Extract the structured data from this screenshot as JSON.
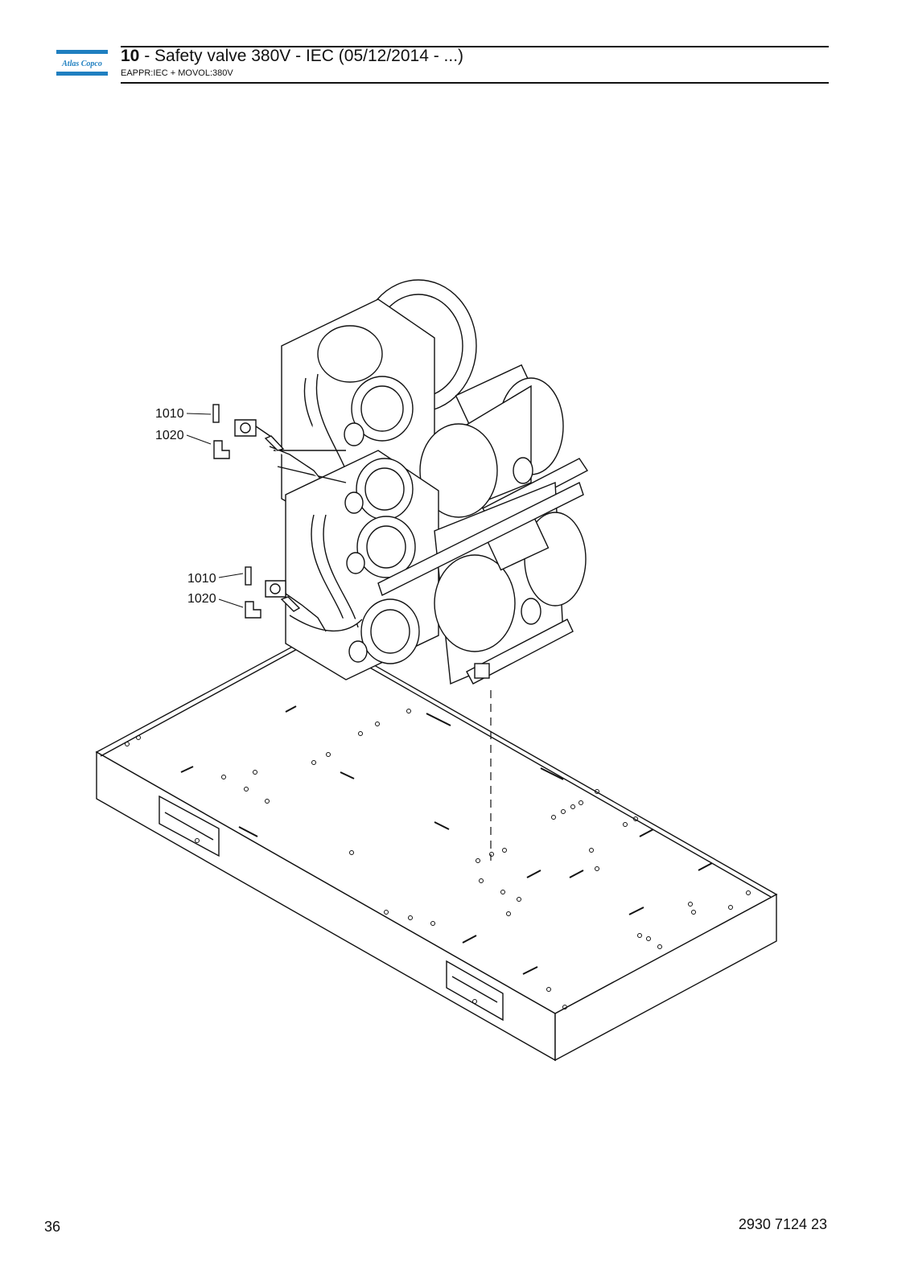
{
  "header": {
    "logo_text": "Atlas Copco",
    "section_number": "10",
    "title_rest": " - Safety valve 380V - IEC (05/12/2014 - ...)",
    "subtitle": "EAPPR:IEC + MOVOL:380V"
  },
  "callouts": {
    "upper_1": "1010",
    "upper_2": "1020",
    "lower_1": "1010",
    "lower_2": "1020"
  },
  "footer": {
    "page_number": "36",
    "doc_number": "2930 7124 23"
  },
  "colors": {
    "logo_blue": "#1f7fc0",
    "line": "#111111"
  }
}
